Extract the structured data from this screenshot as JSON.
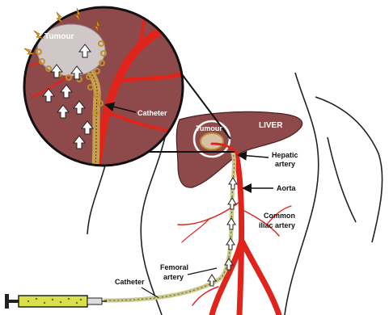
{
  "labels": {
    "tumour_inset": "Tumour",
    "catheter_inset": "Catheter",
    "tumour_liver": "Tumour",
    "liver": "LIVER",
    "hepatic_artery_line1": "Hepatic",
    "hepatic_artery_line2": "artery",
    "aorta": "Aorta",
    "common_iliac_line1": "Common",
    "common_iliac_line2": "iliac artery",
    "femoral_line1": "Femoral",
    "femoral_line2": "artery",
    "catheter_main": "Catheter"
  },
  "colors": {
    "liver": "#8e4a4a",
    "artery": "#e0241b",
    "catheter": "#c9c88a",
    "syringe_fill": "#d9e04a",
    "tumour": "#d8c0a8",
    "inset_bg": "#8e4a4a"
  }
}
